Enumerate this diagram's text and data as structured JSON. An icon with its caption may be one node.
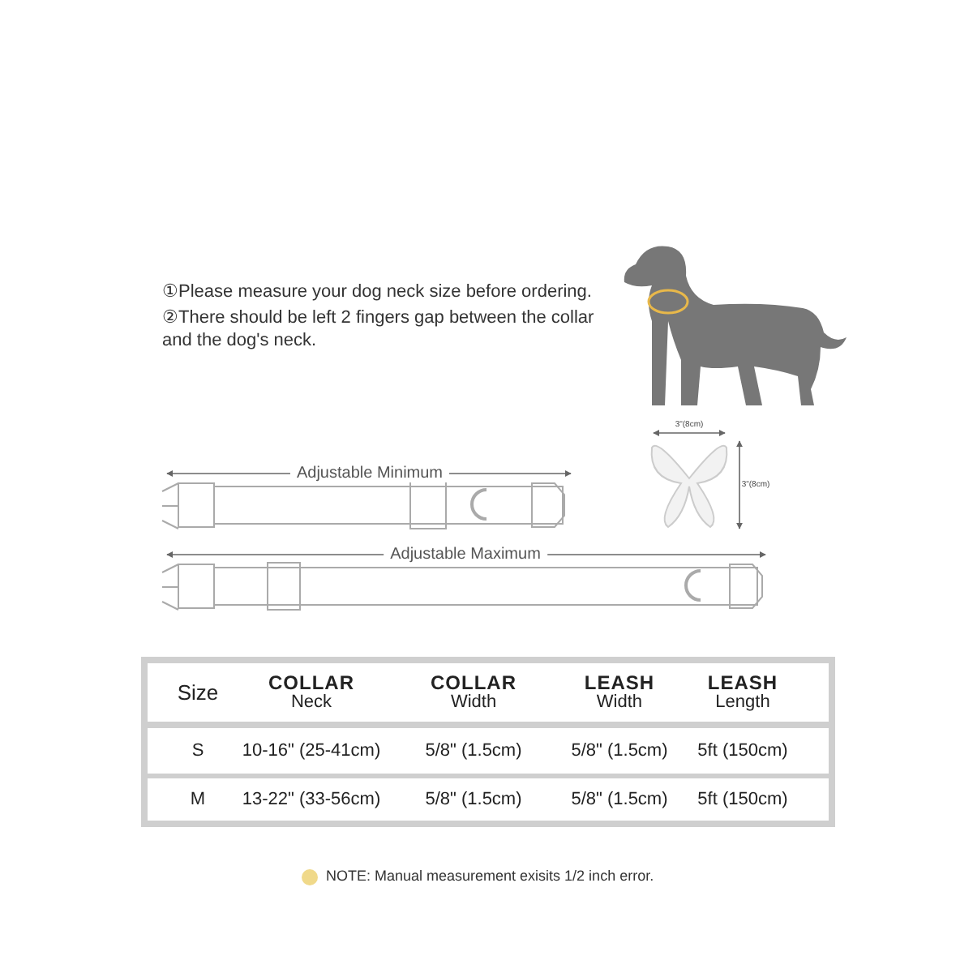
{
  "diagram": {
    "labels": [
      "①Please measure your dog neck size before ordering.",
      "②There should be left 2 fingers gap between the collar and the dog's neck.",
      "3\"(8cm)",
      "Adjustable Minimum",
      "3\"(8cm)",
      "Adjustable Maximum",
      "Size",
      "**COLLAR** Neck",
      "**COLLAR** Width",
      "**LEASH** Width",
      "**LEASH** Length",
      "S",
      "10-16\" (25-41cm)",
      "5/8\" (1.5cm)",
      "5/8\" (1.5cm)",
      "5ft (150cm)",
      "M",
      "13-22\" (33-56cm)",
      "5/8\" (1.5cm)",
      "5/8\" (1.5cm)",
      "5ft (150cm)",
      "NOTE: Manual measurement exisits 1/2 inch error."
    ]
  }
}
